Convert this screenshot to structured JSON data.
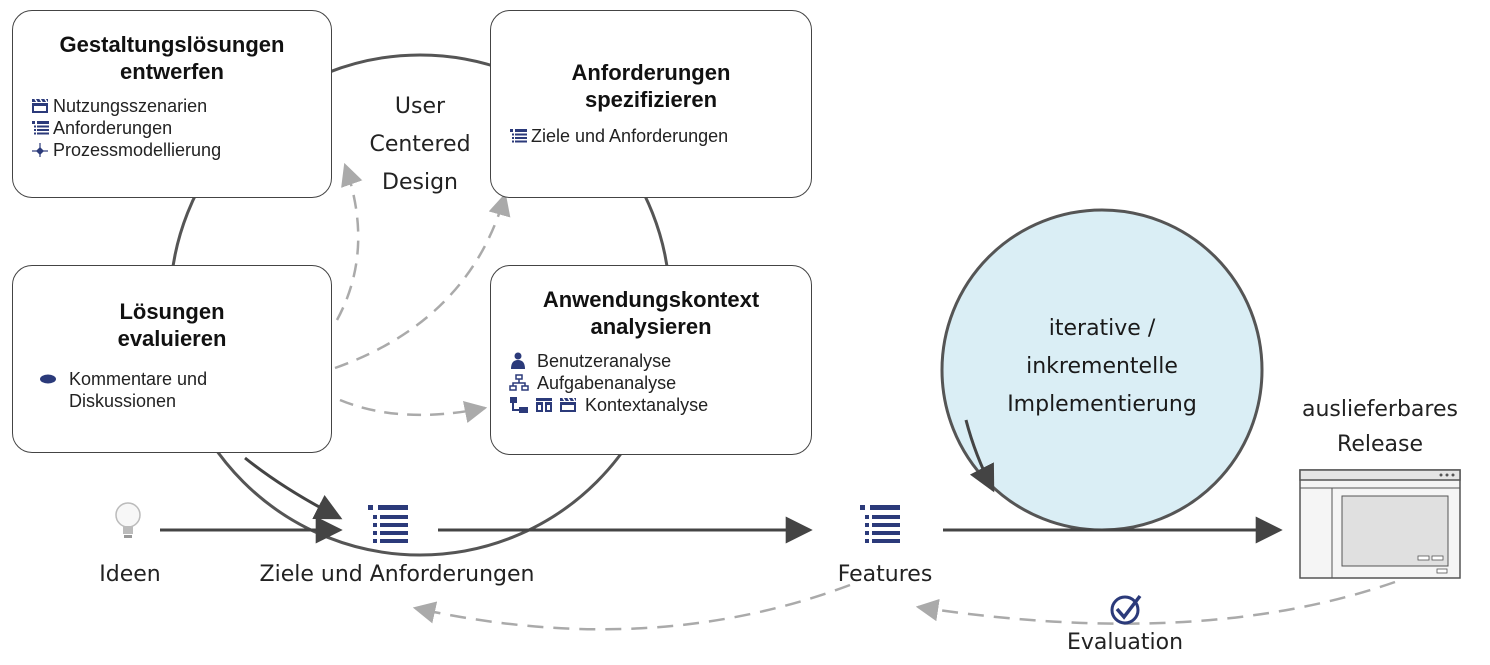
{
  "center_label": {
    "line1": "User",
    "line2": "Centered",
    "line3": "Design"
  },
  "boxes": {
    "design": {
      "title1": "Gestaltungslösungen",
      "title2": "entwerfen",
      "items": [
        "Nutzungsszenarien",
        "Anforderungen",
        "Prozessmodellierung"
      ]
    },
    "specify": {
      "title1": "Anforderungen",
      "title2": "spezifizieren",
      "items": [
        "Ziele und Anforderungen"
      ]
    },
    "evaluate": {
      "title1": "Lösungen",
      "title2": "evaluieren",
      "items": [
        "Kommentare und",
        "Diskussionen"
      ]
    },
    "context": {
      "title1": "Anwendungskontext",
      "title2": "analysieren",
      "items": [
        "Benutzeranalyse",
        "Aufgabenanalyse",
        "Kontextanalyse"
      ]
    }
  },
  "implementation": {
    "line1": "iterative /",
    "line2": "inkrementelle",
    "line3": "Implementierung"
  },
  "flow": {
    "ideas": "Ideen",
    "goals": "Ziele und Anforderungen",
    "features": "Features",
    "release_line1": "auslieferbares",
    "release_line2": "Release",
    "evaluation": "Evaluation"
  },
  "colors": {
    "icon": "#2b3a7a",
    "circle_fill": "#daeef5",
    "arrow": "#444444",
    "dashed": "#aaaaaa"
  }
}
